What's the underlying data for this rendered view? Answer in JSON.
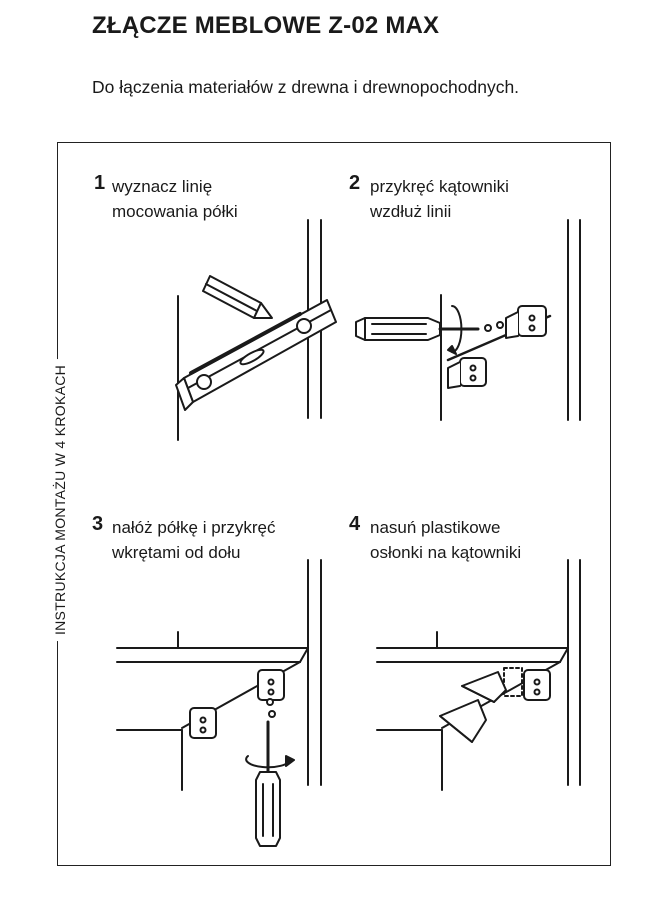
{
  "header": {
    "title": "ZŁĄCZE MEBLOWE Z-02 MAX",
    "subtitle": "Do łączenia materiałów z drewna i drewnopochodnych."
  },
  "side_label": "INSTRUKCJA MONTAŻU W 4 KROKACH",
  "steps": [
    {
      "number": "1",
      "lines": [
        "wyznacz linię",
        "mocowania półki"
      ]
    },
    {
      "number": "2",
      "lines": [
        "przykręć kątowniki",
        "wzdłuż linii"
      ]
    },
    {
      "number": "3",
      "lines": [
        "nałóż półkę i przykręć",
        "wkrętami od dołu"
      ]
    },
    {
      "number": "4",
      "lines": [
        "nasuń plastikowe",
        "osłonki na kątowniki"
      ]
    }
  ],
  "colors": {
    "ink": "#1a1a1a",
    "background": "#ffffff"
  }
}
